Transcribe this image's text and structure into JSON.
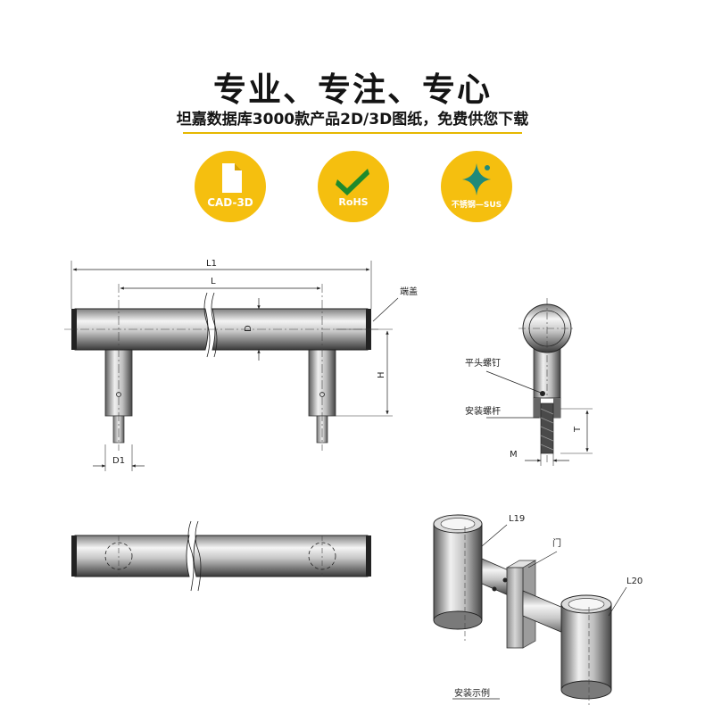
{
  "header": {
    "title": "专业、专注、专心",
    "subtitle": "坦嘉数据库3000款产品2D/3D图纸，免费供您下载"
  },
  "badges": [
    {
      "label": "CAD-3D",
      "icon": "document-icon",
      "color": "#f5bf0f"
    },
    {
      "label": "RoHS",
      "icon": "check-mark-icon",
      "color": "#f5bf0f"
    },
    {
      "label": "不锈钢—SUS",
      "icon": "sparkle-star-icon",
      "color": "#f5bf0f"
    }
  ],
  "front_view": {
    "dims": {
      "overall_length": "L1",
      "center_distance": "L",
      "diameter": "D",
      "height": "H",
      "post_diameter": "D1"
    },
    "callouts": {
      "end_cap": "端盖"
    }
  },
  "side_view": {
    "callouts": {
      "flat_head_screw": "平头螺钉",
      "mounting_stud": "安装螺杆"
    },
    "dims": {
      "thread": "M",
      "thread_length": "T"
    }
  },
  "iso_view": {
    "labels": {
      "left_post": "L19",
      "door": "门",
      "right_post": "L20"
    },
    "caption": "安装示例"
  }
}
